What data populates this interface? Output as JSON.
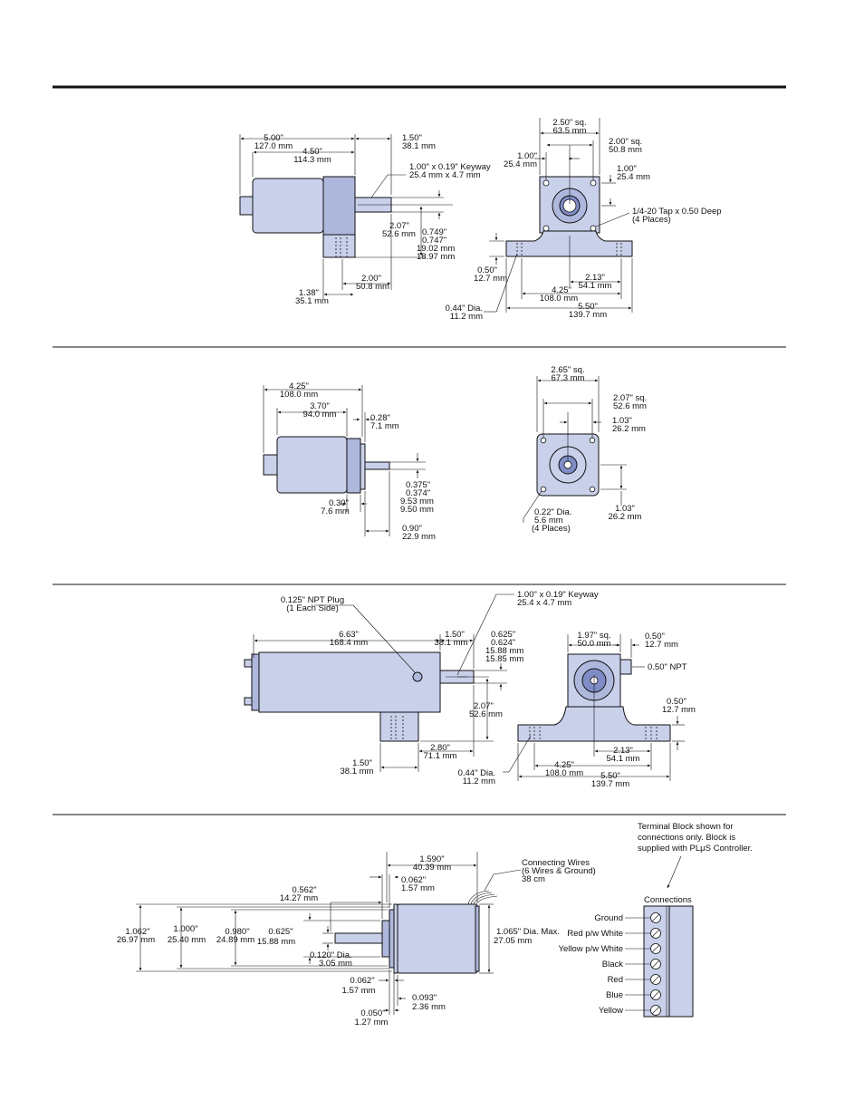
{
  "section1": {
    "side": {
      "overall_length": "5.00\"",
      "overall_length_mm": "127.0 mm",
      "body_length": "4.50\"",
      "body_length_mm": "114.3 mm",
      "shaft_length": "1.50\"",
      "shaft_length_mm": "38.1 mm",
      "keyway": "1.00\" x 0.19\" Keyway",
      "keyway_mm": "25.4 mm x 4.7 mm",
      "center_height": "2.07\"",
      "center_height_mm": "52.6 mm",
      "shaft_dia_1": "0.749\"",
      "shaft_dia_2": "0.747\"",
      "shaft_dia_mm_1": "19.02 mm",
      "shaft_dia_mm_2": "18.97 mm",
      "foot_length": "2.00\"",
      "foot_length_mm": "50.8 mm",
      "foot_offset": "1.38\"",
      "foot_offset_mm": "35.1 mm"
    },
    "end": {
      "square": "2.50\" sq.",
      "square_mm": "63.5 mm",
      "bolt_square": "2.00\" sq.",
      "bolt_square_mm": "50.8 mm",
      "left_offset": "1.00\"",
      "left_offset_mm": "25.4 mm",
      "right_offset": "1.00\"",
      "right_offset_mm": "25.4 mm",
      "tap": "1/4-20 Tap x 0.50 Deep",
      "tap_places": "(4 Places)",
      "base_thick": "0.50\"",
      "base_thick_mm": "12.7 mm",
      "hole_dia": "0.44\" Dia.",
      "hole_dia_mm": "11.2 mm",
      "hole_spacing": "4.25\"",
      "hole_spacing_mm": "108.0 mm",
      "half_width": "2.13\"",
      "half_width_mm": "54.1 mm",
      "base_width": "5.50\"",
      "base_width_mm": "139.7 mm"
    }
  },
  "section2": {
    "side": {
      "overall_length": "4.25\"",
      "overall_length_mm": "108.0 mm",
      "body_length": "3.70\"",
      "body_length_mm": "94.0 mm",
      "flange": "0.28\"",
      "flange_mm": "7.1 mm",
      "pilot": "0.30\"",
      "pilot_mm": "7.6 mm",
      "shaft_dia_1": "0.375\"",
      "shaft_dia_2": "0.374\"",
      "shaft_dia_mm_1": "9.53 mm",
      "shaft_dia_mm_2": "9.50 mm",
      "shaft_length": "0.90\"",
      "shaft_length_mm": "22.9 mm"
    },
    "end": {
      "square": "2.65\" sq.",
      "square_mm": "67.3 mm",
      "bolt_square": "2.07\" sq.",
      "bolt_square_mm": "52.6 mm",
      "top_offset": "1.03\"",
      "top_offset_mm": "26.2 mm",
      "right_offset": "1.03\"",
      "right_offset_mm": "26.2 mm",
      "hole_dia": "0.22\" Dia.",
      "hole_dia_mm": "5.6 mm",
      "hole_places": "(4 Places)"
    }
  },
  "section3": {
    "side": {
      "plug": "0.125\" NPT Plug",
      "plug_note": "(1 Each Side)",
      "keyway": "1.00\" x 0.19\" Keyway",
      "keyway_mm": "25.4 x 4.7 mm",
      "overall_length": "6.63\"",
      "overall_length_mm": "168.4 mm",
      "shaft_length": "1.50\"",
      "shaft_length_mm": "38.1 mm",
      "shaft_dia_1": "0.625\"",
      "shaft_dia_2": "0.624\"",
      "shaft_dia_mm_1": "15.88 mm",
      "shaft_dia_mm_2": "15.85 mm",
      "center_height": "2.07\"",
      "center_height_mm": "52.6 mm",
      "foot_length": "2.80\"",
      "foot_length_mm": "71.1 mm",
      "foot_offset": "1.50\"",
      "foot_offset_mm": "38.1 mm"
    },
    "end": {
      "square": "1.97\" sq.",
      "square_mm": "50.0 mm",
      "npt_width": "0.50\"",
      "npt_width_mm": "12.7 mm",
      "npt": "0.50\" NPT",
      "base_thick": "0.50\"",
      "base_thick_mm": "12.7 mm",
      "hole_dia": "0.44\" Dia.",
      "hole_dia_mm": "11.2 mm",
      "hole_spacing": "4.25\"",
      "hole_spacing_mm": "108.0 mm",
      "half_width": "2.13\"",
      "half_width_mm": "54.1 mm",
      "base_width": "5.50\"",
      "base_width_mm": "139.7 mm"
    }
  },
  "section4": {
    "side": {
      "body_length": "1.590\"",
      "body_length_mm": "40.39 mm",
      "wires": "Connecting Wires",
      "wires_note": "(6 Wires & Ground)",
      "wires_len": "38 cm",
      "shaft_len": "0.562\"",
      "shaft_len_mm": "14.27 mm",
      "flange": "0.062\"",
      "flange_mm": "1.57 mm",
      "d1": "1.062\"",
      "d1_mm": "26.97 mm",
      "d2": "1.000\"",
      "d2_mm": "25.40 mm",
      "d3": "0.980\"",
      "d3_mm": "24.89 mm",
      "d4": "0.625\"",
      "d4_mm": "15.88 mm",
      "shaft_dia": "0.120\" Dia.",
      "shaft_dia_mm": "3.05 mm",
      "max_dia": "1.065\" Dia. Max.",
      "max_dia_mm": "27.05 mm",
      "lower_flange": "0.062\"",
      "lower_flange_mm": "1.57 mm",
      "step": "0.093\"",
      "step_mm": "2.36 mm",
      "lip": "0.050\"",
      "lip_mm": "1.27 mm"
    },
    "terminal": {
      "note_1": "Terminal Block shown for",
      "note_2": "connections only. Block is",
      "note_3": "supplied with PLμS Controller.",
      "heading": "Connections",
      "labels": [
        "Ground",
        "Red p/w White",
        "Yellow p/w White",
        "Black",
        "Red",
        "Blue",
        "Yellow"
      ]
    }
  }
}
